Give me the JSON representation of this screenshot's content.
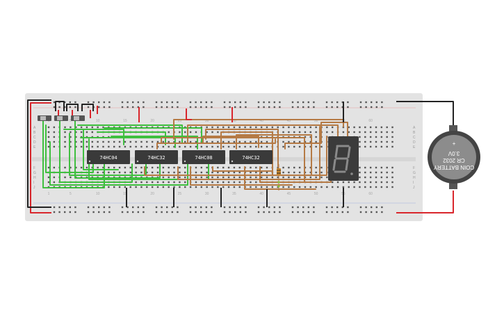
{
  "breadboard": {
    "column_numbers": [
      "1",
      "5",
      "10",
      "15",
      "20",
      "25",
      "30",
      "35",
      "40",
      "45",
      "50",
      "55",
      "60"
    ],
    "row_letters_top": [
      "A",
      "B",
      "C",
      "D",
      "E"
    ],
    "row_letters_bottom": [
      "F",
      "G",
      "H",
      "I",
      "J"
    ]
  },
  "chips": [
    {
      "label": "74HC04"
    },
    {
      "label": "74HC32"
    },
    {
      "label": "74HC08"
    },
    {
      "label": "74HC32"
    }
  ],
  "display": {
    "digit": "8"
  },
  "battery": {
    "line1": "COIN BATTERY",
    "line2": "CR 2032",
    "line3": "3.0V",
    "plus": "+"
  },
  "colors": {
    "board": "#e3e3e3",
    "wire_green": "#3fbf3f",
    "wire_brown": "#b57a45",
    "wire_red": "#d9262c",
    "wire_black": "#222222",
    "chip": "#3a3a3a",
    "display": "#3b3b3b"
  }
}
